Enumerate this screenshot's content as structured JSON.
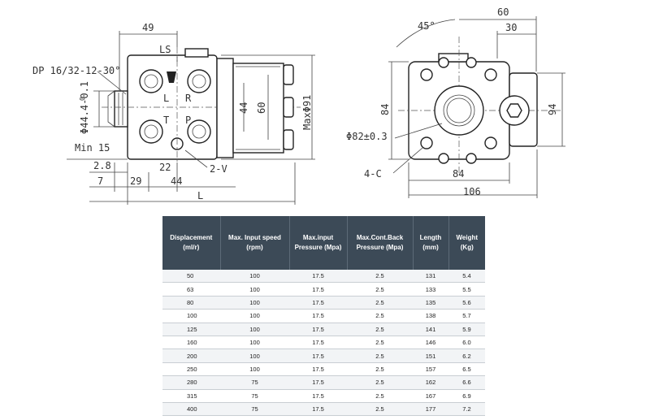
{
  "drawing": {
    "left_view": {
      "dims": {
        "top_width": "49",
        "port_label": "LS",
        "port_spec": "DP 16/32-12-30°",
        "spline_dia": "Φ44.4-0.1",
        "spline_tol_top": "0",
        "min_15": "Min 15",
        "d_2_8": "2.8",
        "d_7": "7",
        "d_29": "29",
        "d_22": "22",
        "d_44_bottom": "44",
        "thread": "2-V",
        "length": "L",
        "inner_44": "44",
        "inner_60": "60",
        "max_dia": "MaxΦ91"
      },
      "ports": {
        "L": "L",
        "R": "R",
        "T": "T",
        "P": "P"
      }
    },
    "right_view": {
      "dims": {
        "angle": "45°",
        "w_60": "60",
        "w_30": "30",
        "h_84": "84",
        "h_94": "94",
        "pcd": "Φ82±0.3",
        "holes": "4-C",
        "w_84": "84",
        "w_106": "106"
      }
    }
  },
  "table": {
    "headers": [
      "Displacement (ml/r)",
      "Max. Input speed (rpm)",
      "Max.input Pressure (Mpa)",
      "Max.Cont.Back Pressure (Mpa)",
      "Length (mm)",
      "Weight (Kg)"
    ],
    "rows": [
      [
        "50",
        "100",
        "17.5",
        "2.5",
        "131",
        "5.4"
      ],
      [
        "63",
        "100",
        "17.5",
        "2.5",
        "133",
        "5.5"
      ],
      [
        "80",
        "100",
        "17.5",
        "2.5",
        "135",
        "5.6"
      ],
      [
        "100",
        "100",
        "17.5",
        "2.5",
        "138",
        "5.7"
      ],
      [
        "125",
        "100",
        "17.5",
        "2.5",
        "141",
        "5.9"
      ],
      [
        "160",
        "100",
        "17.5",
        "2.5",
        "146",
        "6.0"
      ],
      [
        "200",
        "100",
        "17.5",
        "2.5",
        "151",
        "6.2"
      ],
      [
        "250",
        "100",
        "17.5",
        "2.5",
        "157",
        "6.5"
      ],
      [
        "280",
        "75",
        "17.5",
        "2.5",
        "162",
        "6.6"
      ],
      [
        "315",
        "75",
        "17.5",
        "2.5",
        "167",
        "6.9"
      ],
      [
        "400",
        "75",
        "17.5",
        "2.5",
        "177",
        "7.2"
      ]
    ]
  }
}
